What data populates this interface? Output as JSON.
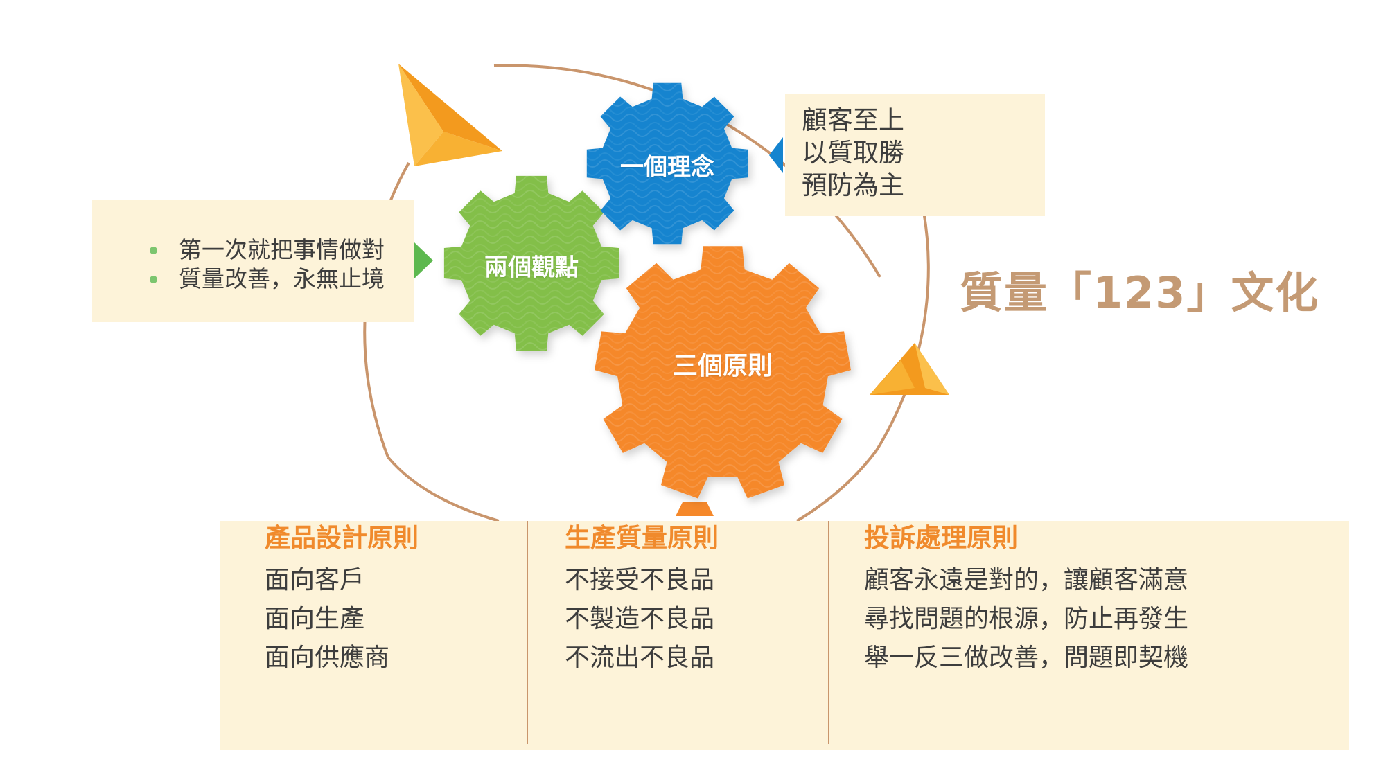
{
  "title": "質量「123」文化",
  "gears": {
    "one_concept": "一個理念",
    "two_views": "兩個觀點",
    "three_principles": "三個原則"
  },
  "concept_items": [
    "顧客至上",
    "以質取勝",
    "預防為主"
  ],
  "view_items": [
    "第一次就把事情做對",
    "質量改善，永無止境"
  ],
  "principles": [
    {
      "heading": "產品設計原則",
      "items": [
        "面向客戶",
        "面向生產",
        "面向供應商"
      ]
    },
    {
      "heading": "生產質量原則",
      "items": [
        "不接受不良品",
        "不製造不良品",
        "不流出不良品"
      ]
    },
    {
      "heading": "投訴處理原則",
      "items": [
        "顧客永遠是對的，讓顧客滿意",
        "尋找問題的根源，防止再發生",
        "舉一反三做改善，問題即契機"
      ]
    }
  ],
  "colors": {
    "blue_gear": "#1584cf",
    "green_gear": "#83bf4a",
    "orange_gear": "#f5882a",
    "box_bg": "#fdf3d9",
    "circle": "#c9956c",
    "title": "#c49a74",
    "heading": "#f08a2c",
    "paper_plane": "#f8b133"
  }
}
